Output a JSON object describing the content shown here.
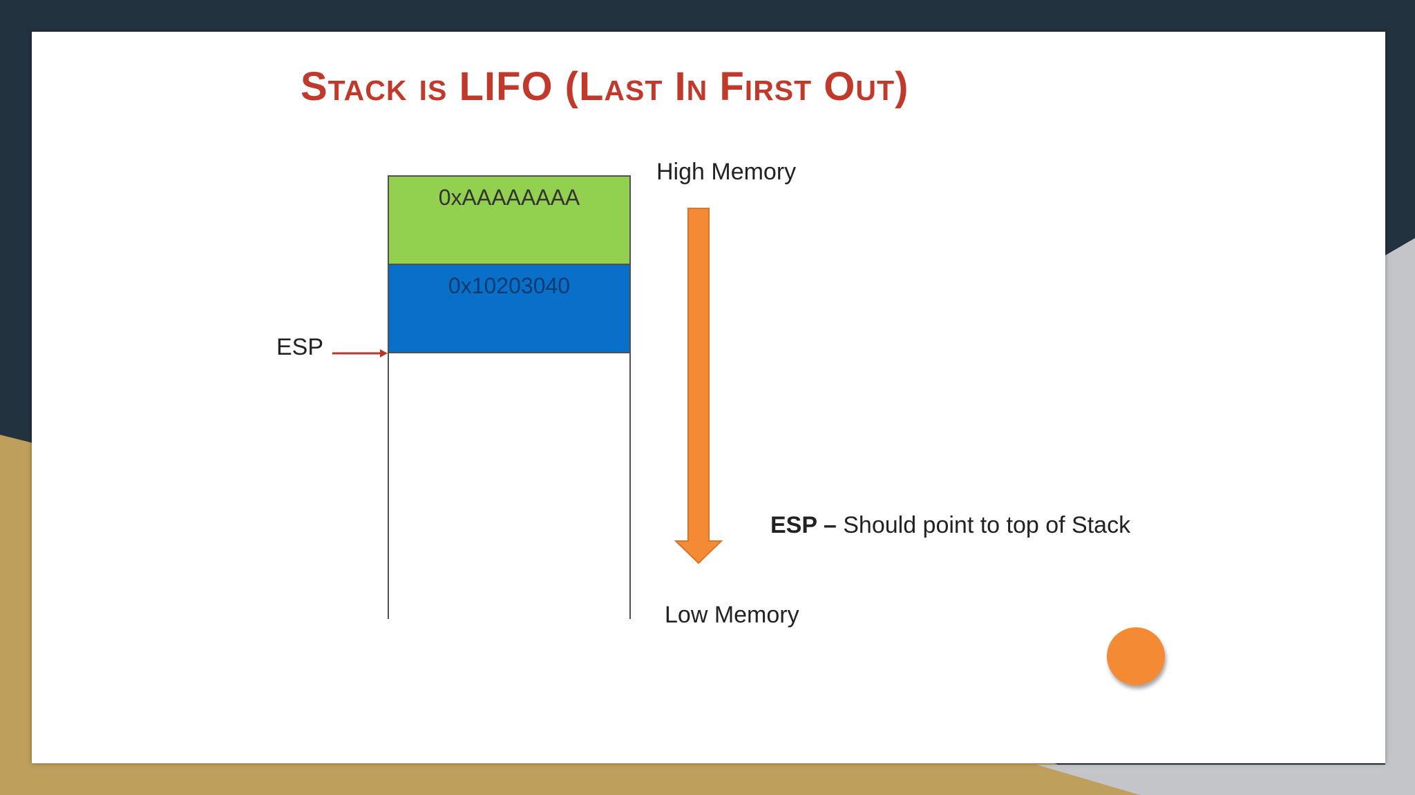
{
  "slide": {
    "title": "Stack is LIFO (Last In First Out)",
    "stack_cells": [
      {
        "value": "0xAAAAAAAA",
        "color": "#92d050"
      },
      {
        "value": "0x10203040",
        "color": "#0870c8"
      }
    ],
    "esp_label": "ESP",
    "high_memory": "High Memory",
    "low_memory": "Low Memory",
    "esp_note": {
      "bold": "ESP –",
      "text": "Should point to top of Stack"
    },
    "colors": {
      "title": "#c0392b",
      "arrow": "#f58a34",
      "pointer": "#b03a2e",
      "dot": "#f58a34"
    }
  }
}
